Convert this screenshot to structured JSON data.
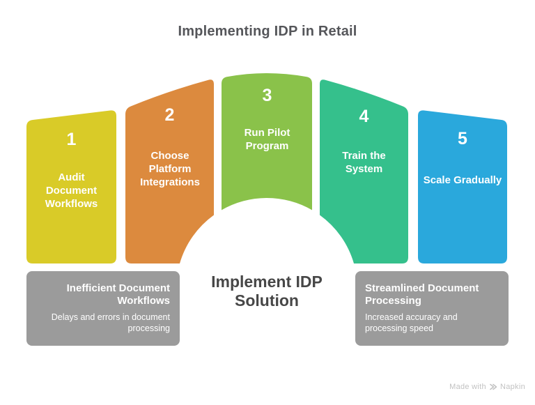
{
  "title": "Implementing IDP in Retail",
  "center_label": "Implement IDP\nSolution",
  "steps": [
    {
      "number": "1",
      "label": "Audit\nDocument\nWorkflows",
      "color": "#d9cb28"
    },
    {
      "number": "2",
      "label": "Choose\nPlatform\nIntegrations",
      "color": "#dc8a3e"
    },
    {
      "number": "3",
      "label": "Run Pilot\nProgram",
      "color": "#8ac24a"
    },
    {
      "number": "4",
      "label": "Train the\nSystem",
      "color": "#35c08c"
    },
    {
      "number": "5",
      "label": "Scale Gradually",
      "color": "#2aa8dc"
    }
  ],
  "problem_box": {
    "title": "Inefficient Document\nWorkflows",
    "description": "Delays and errors in document\nprocessing"
  },
  "outcome_box": {
    "title": "Streamlined Document\nProcessing",
    "description": "Increased accuracy and\nprocessing speed"
  },
  "footer": {
    "made_with": "Made with",
    "brand": "Napkin"
  },
  "colors": {
    "note_box_bg": "#9b9b9b",
    "title_text": "#55565a",
    "center_text": "#474747",
    "watermark_text": "#c2c2c2",
    "background": "#ffffff"
  }
}
